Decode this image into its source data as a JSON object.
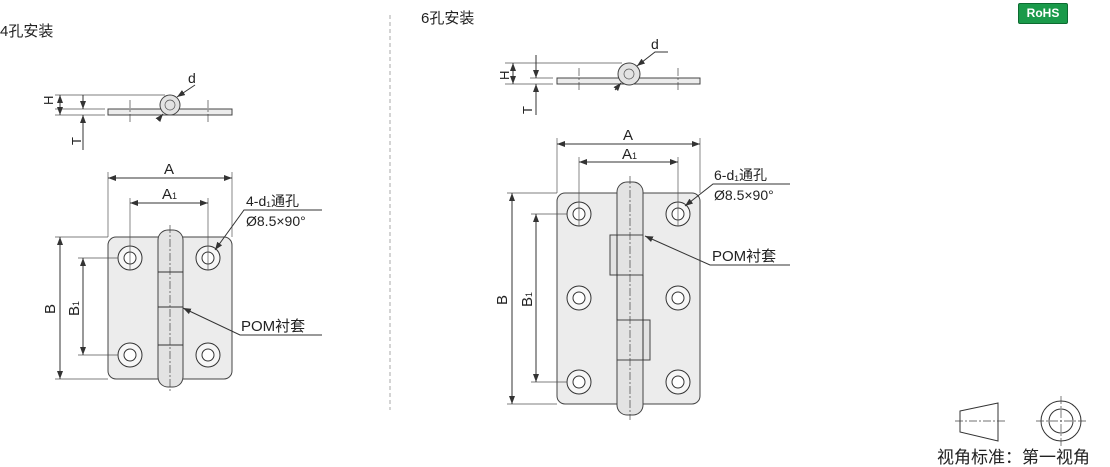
{
  "left_view": {
    "title": "4孔安装",
    "labels": {
      "H": "H",
      "T": "T",
      "d": "d",
      "A": "A",
      "A1_main": "A",
      "A1_sub": "1",
      "B": "B",
      "B1_main": "B",
      "B1_sub": "1"
    },
    "hole_note_line1": "4-d₁通孔",
    "hole_note_line2": "Ø8.5×90°",
    "bushing_note": "POM衬套"
  },
  "right_view": {
    "title": "6孔安装",
    "labels": {
      "H": "H",
      "T": "T",
      "d": "d",
      "A": "A",
      "A1_main": "A",
      "A1_sub": "1",
      "B": "B",
      "B1_main": "B",
      "B1_sub": "1"
    },
    "hole_note_line1": "6-d₁通孔",
    "hole_note_line2": "Ø8.5×90°",
    "bushing_note": "POM衬套"
  },
  "badge": {
    "label": "RoHS",
    "color": "#1a9a4a"
  },
  "projection": {
    "label": "视角标准：第一视角"
  }
}
